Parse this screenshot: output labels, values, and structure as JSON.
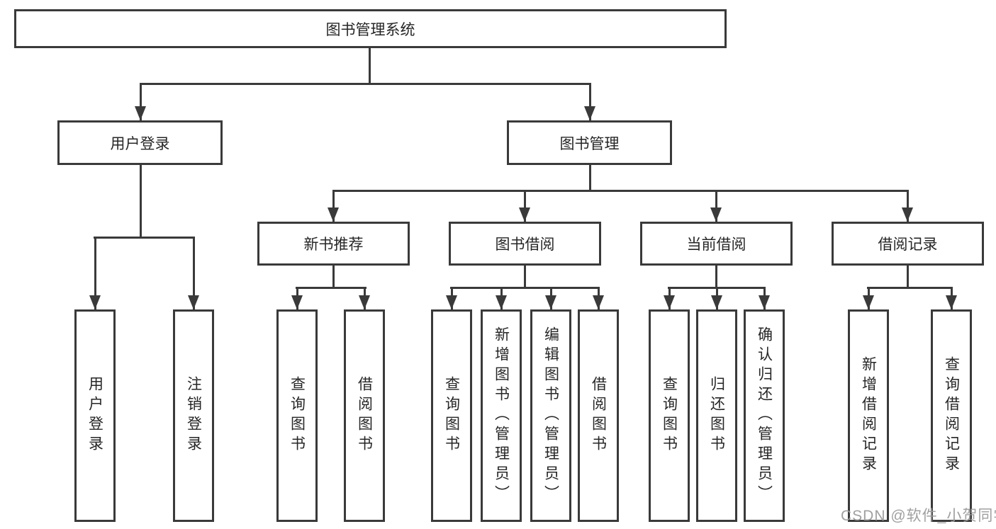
{
  "diagram": {
    "root": {
      "label": "图书管理系统"
    },
    "branches": [
      {
        "label": "用户登录",
        "leaves": [
          {
            "label": "用户登录"
          },
          {
            "label": "注销登录"
          }
        ]
      },
      {
        "label": "图书管理",
        "groups": [
          {
            "label": "新书推荐",
            "leaves": [
              {
                "label": "查询图书"
              },
              {
                "label": "借阅图书"
              }
            ]
          },
          {
            "label": "图书借阅",
            "leaves": [
              {
                "label": "查询图书"
              },
              {
                "label": "新增图书（管理员）"
              },
              {
                "label": "编辑图书（管理员）"
              },
              {
                "label": "借阅图书"
              }
            ]
          },
          {
            "label": "当前借阅",
            "leaves": [
              {
                "label": "查询图书"
              },
              {
                "label": "归还图书"
              },
              {
                "label": "确认归还（管理员）"
              }
            ]
          },
          {
            "label": "借阅记录",
            "leaves": [
              {
                "label": "新增借阅记录"
              },
              {
                "label": "查询借阅记录"
              }
            ]
          }
        ]
      }
    ]
  },
  "watermark": {
    "text": "CSDN @软件_小贺同学"
  },
  "colors": {
    "line": "#3a3a3a",
    "box_background": "#ffffff",
    "text": "#262626",
    "watermark": "#9b9b9b"
  }
}
